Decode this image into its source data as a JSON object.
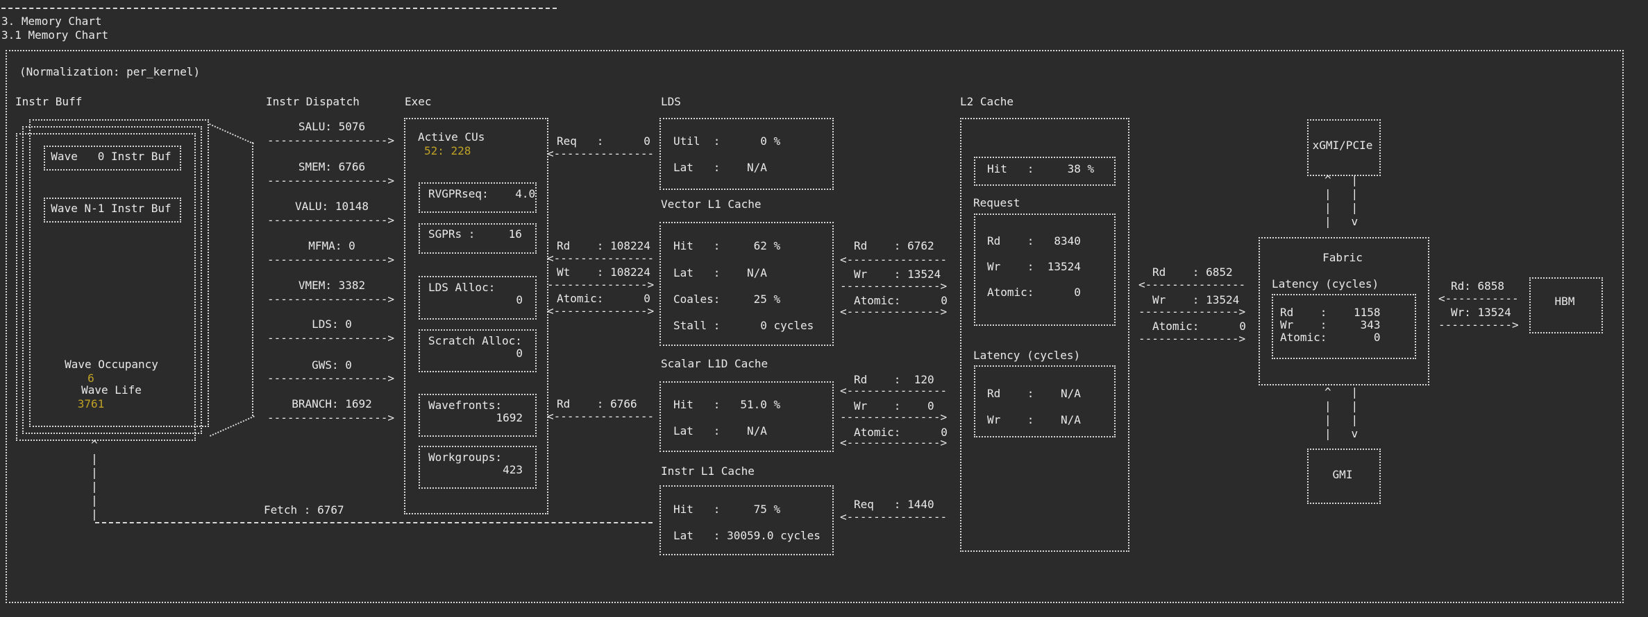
{
  "colors": {
    "background": "#2b2b2b",
    "foreground": "#e9e9e9",
    "highlight": "#bfa226"
  },
  "header": {
    "title": "3. Memory Chart",
    "subtitle": "3.1 Memory Chart",
    "normalization": "(Normalization: per_kernel)"
  },
  "instr_buff": {
    "title": "Instr Buff",
    "wave0_label": "Wave   0 Instr Buf",
    "waveN_label": "Wave N-1 Instr Buf",
    "occupancy_label": "Wave Occupancy",
    "occupancy_value": "6",
    "life_label": "Wave Life",
    "life_value": "3761",
    "fetch_return_glyphs": "^\n|\n|\n|\n|\n|"
  },
  "dispatch": {
    "title": "Instr Dispatch",
    "rows": [
      {
        "label": "SALU: 5076",
        "arrow": "------------------>"
      },
      {
        "label": "SMEM: 6766",
        "arrow": "------------------>"
      },
      {
        "label": "VALU: 10148",
        "arrow": "------------------>"
      },
      {
        "label": "MFMA: 0",
        "arrow": "------------------>"
      },
      {
        "label": "VMEM: 3382",
        "arrow": "------------------>"
      },
      {
        "label": "LDS: 0",
        "arrow": "------------------>"
      },
      {
        "label": "GWS: 0",
        "arrow": "------------------>"
      },
      {
        "label": "BRANCH: 1692",
        "arrow": "------------------>"
      }
    ],
    "fetch_label": "Fetch : 6767"
  },
  "exec": {
    "title": "Exec",
    "active_cus_label": "Active CUs",
    "active_cus_value": "52: 228",
    "vgpr_line": "RVGPRseq:    4.0",
    "sgpr_line": "SGPRs :     16",
    "lds_alloc_label": "LDS Alloc:",
    "lds_alloc_value": "0",
    "scratch_alloc_label": "Scratch Alloc:",
    "scratch_alloc_value": "0",
    "wavefronts_label": "Wavefronts:",
    "wavefronts_value": "1692",
    "workgroups_label": "Workgroups:",
    "workgroups_value": "423"
  },
  "exec_to_l1": [
    {
      "label": "Req   :      0",
      "arrow": "<---------------"
    },
    {
      "label": "Rd    : 108224",
      "arrow": "<---------------"
    },
    {
      "label": "Wt    : 108224",
      "arrow": "--------------->"
    },
    {
      "label": "Atomic:      0",
      "arrow": "<-------------->"
    },
    {
      "label": "Rd    : 6766",
      "arrow": "<---------------"
    }
  ],
  "l1_column": {
    "lds_title": "LDS",
    "lds_stats": [
      "Util  :      0 %",
      "Lat   :    N/A"
    ],
    "vl1_title": "Vector L1 Cache",
    "vl1_stats": [
      "Hit   :     62 %",
      "Lat   :    N/A",
      "Coales:     25 %",
      "Stall :      0 cycles"
    ],
    "sl1d_title": "Scalar L1D Cache",
    "sl1d_stats": [
      "Hit   :   51.0 %",
      "Lat   :    N/A"
    ],
    "il1_title": "Instr L1 Cache",
    "il1_stats": [
      "Hit   :     75 %",
      "Lat   : 30059.0 cycles"
    ]
  },
  "l1_to_l2": [
    {
      "label": "Rd    : 6762",
      "arrow": "<---------------"
    },
    {
      "label": "Wr    : 13524",
      "arrow": "--------------->"
    },
    {
      "label": "Atomic:      0",
      "arrow": "<-------------->"
    },
    {
      "label": "Rd    :  120",
      "arrow": "<---------------"
    },
    {
      "label": "Wr    :    0",
      "arrow": "--------------->"
    },
    {
      "label": "Atomic:      0",
      "arrow": "<-------------->"
    },
    {
      "label": "Req   : 1440",
      "arrow": "<---------------"
    }
  ],
  "l2": {
    "title": "L2 Cache",
    "hit_line": "Hit   :     38 %",
    "request_title": "Request",
    "request_stats": [
      "Rd    :   8340",
      "Wr    :  13524",
      "Atomic:      0"
    ],
    "latency_title": "Latency (cycles)",
    "latency_stats": [
      "Rd    :    N/A",
      "Wr    :    N/A"
    ]
  },
  "l2_to_fabric": [
    {
      "label": "Rd    : 6852",
      "arrow": "<---------------"
    },
    {
      "label": "Wr    : 13524",
      "arrow": "--------------->"
    },
    {
      "label": "Atomic:      0",
      "arrow": "--------------->"
    }
  ],
  "fabric": {
    "title": "Fabric",
    "xgmi_label": "xGMI/PCIe",
    "gmi_label": "GMI",
    "latency_title": "Latency (cycles)",
    "latency_stats": [
      "Rd    :    1158",
      "Wr    :     343",
      "Atomic:       0"
    ],
    "link_glyphs": "^   |\n|   |\n|   |\n|   v"
  },
  "fabric_to_hbm": [
    {
      "label": "Rd: 6858",
      "arrow": "<-----------"
    },
    {
      "label": "Wr: 13524",
      "arrow": "----------->"
    }
  ],
  "hbm": {
    "title": "HBM"
  }
}
